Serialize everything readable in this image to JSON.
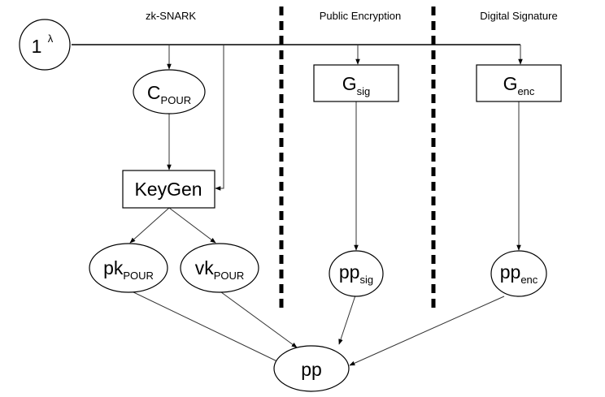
{
  "headers": {
    "zk_snark": "zk-SNARK",
    "public_encryption": "Public Encryption",
    "digital_signature": "Digital Signature"
  },
  "nodes": {
    "security_param": {
      "base": "1",
      "sup": "λ"
    },
    "c_pour": {
      "base": "C",
      "sub": "POUR"
    },
    "keygen": {
      "label": "KeyGen"
    },
    "pk_pour": {
      "base": "pk",
      "sub": "POUR"
    },
    "vk_pour": {
      "base": "vk",
      "sub": "POUR"
    },
    "g_sig": {
      "base": "G",
      "sub": "sig"
    },
    "g_enc": {
      "base": "G",
      "sub": "enc"
    },
    "pp_sig": {
      "base": "pp",
      "sub": "sig"
    },
    "pp_enc": {
      "base": "pp",
      "sub": "enc"
    },
    "pp": {
      "label": "pp"
    }
  }
}
